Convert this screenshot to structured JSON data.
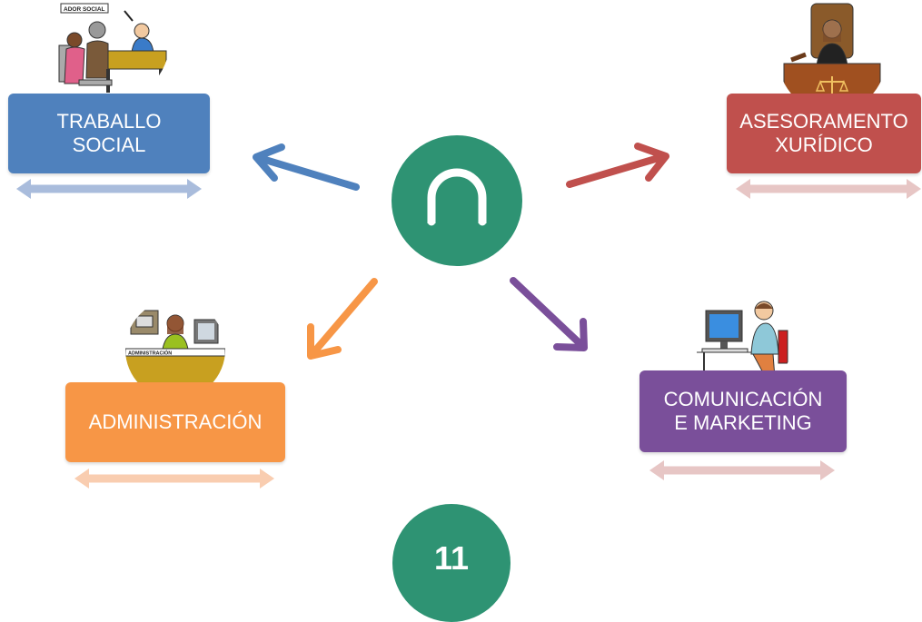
{
  "nodes": {
    "social_work": {
      "line1": "TRABALLO",
      "line2": "SOCIAL",
      "color": "#4f81bd",
      "bar_color": "#a9bcdc",
      "picture_sign": "ADOR SOCIAL"
    },
    "legal_advice": {
      "line1": "ASESORAMENTO",
      "line2": "XURÍDICO",
      "color": "#c0504d",
      "bar_color": "#e7c6c5"
    },
    "administration": {
      "line1": "ADMINISTRACIÓN",
      "color": "#f79646",
      "bar_color": "#f9cdb0",
      "picture_sign": "ADMINISTRACIÓN"
    },
    "communication": {
      "line1": "COMUNICACIÓN",
      "line2": "E MARKETING",
      "color": "#7a4f9a",
      "bar_color": "#e7c6c5"
    }
  },
  "center": {
    "color": "#2e9373",
    "icon": "arch-logo-icon"
  },
  "page_number": "11",
  "arrows": {
    "to_social_work": "#4f81bd",
    "to_legal_advice": "#c0504d",
    "to_administration": "#f79646",
    "to_communication": "#7a4f9a"
  }
}
